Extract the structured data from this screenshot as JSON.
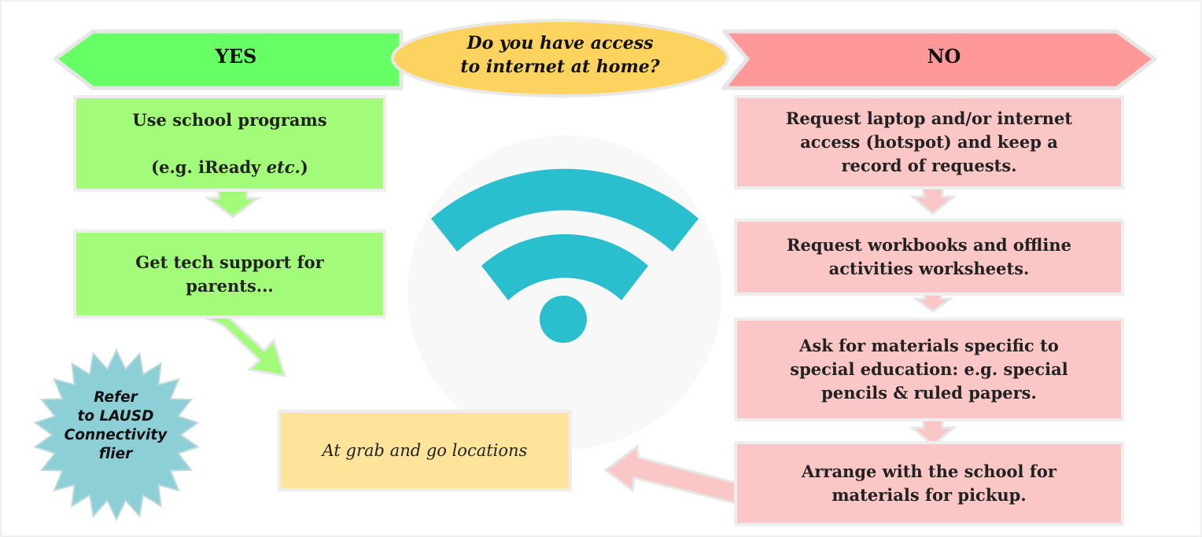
{
  "question": [
    "Do you have access",
    "to internet at home?"
  ],
  "yes_label": "YES",
  "no_label": "NO",
  "yes_steps": [
    {
      "line1": "Use school programs",
      "line2a": "(e.g. iReady ",
      "line2b": "etc.",
      "line2c": ")"
    },
    {
      "text": "Get tech support for\nparents..."
    }
  ],
  "no_steps": [
    "Request laptop and/or internet\naccess (hotspot) and keep a\nrecord of requests.",
    "Request workbooks and offline\nactivities worksheets.",
    "Ask for materials specific to\nspecial education: e.g. special\npencils & ruled papers.",
    "Arrange with the school for\nmaterials for pickup."
  ],
  "pickup_location": "At grab and go locations",
  "refer_badge": [
    "Refer",
    "to LAUSD",
    "Connectivity",
    "flier"
  ],
  "colors": {
    "yes_green": "#66ff66",
    "green_box": "#a3fb7a",
    "no_red": "#ff9999",
    "pink_box": "#fbc6c6",
    "question_yellow": "#fdd35f",
    "wifi_teal": "#29bfcf",
    "badge_teal": "#8ccfd6"
  },
  "icons": [
    "wifi-icon"
  ]
}
